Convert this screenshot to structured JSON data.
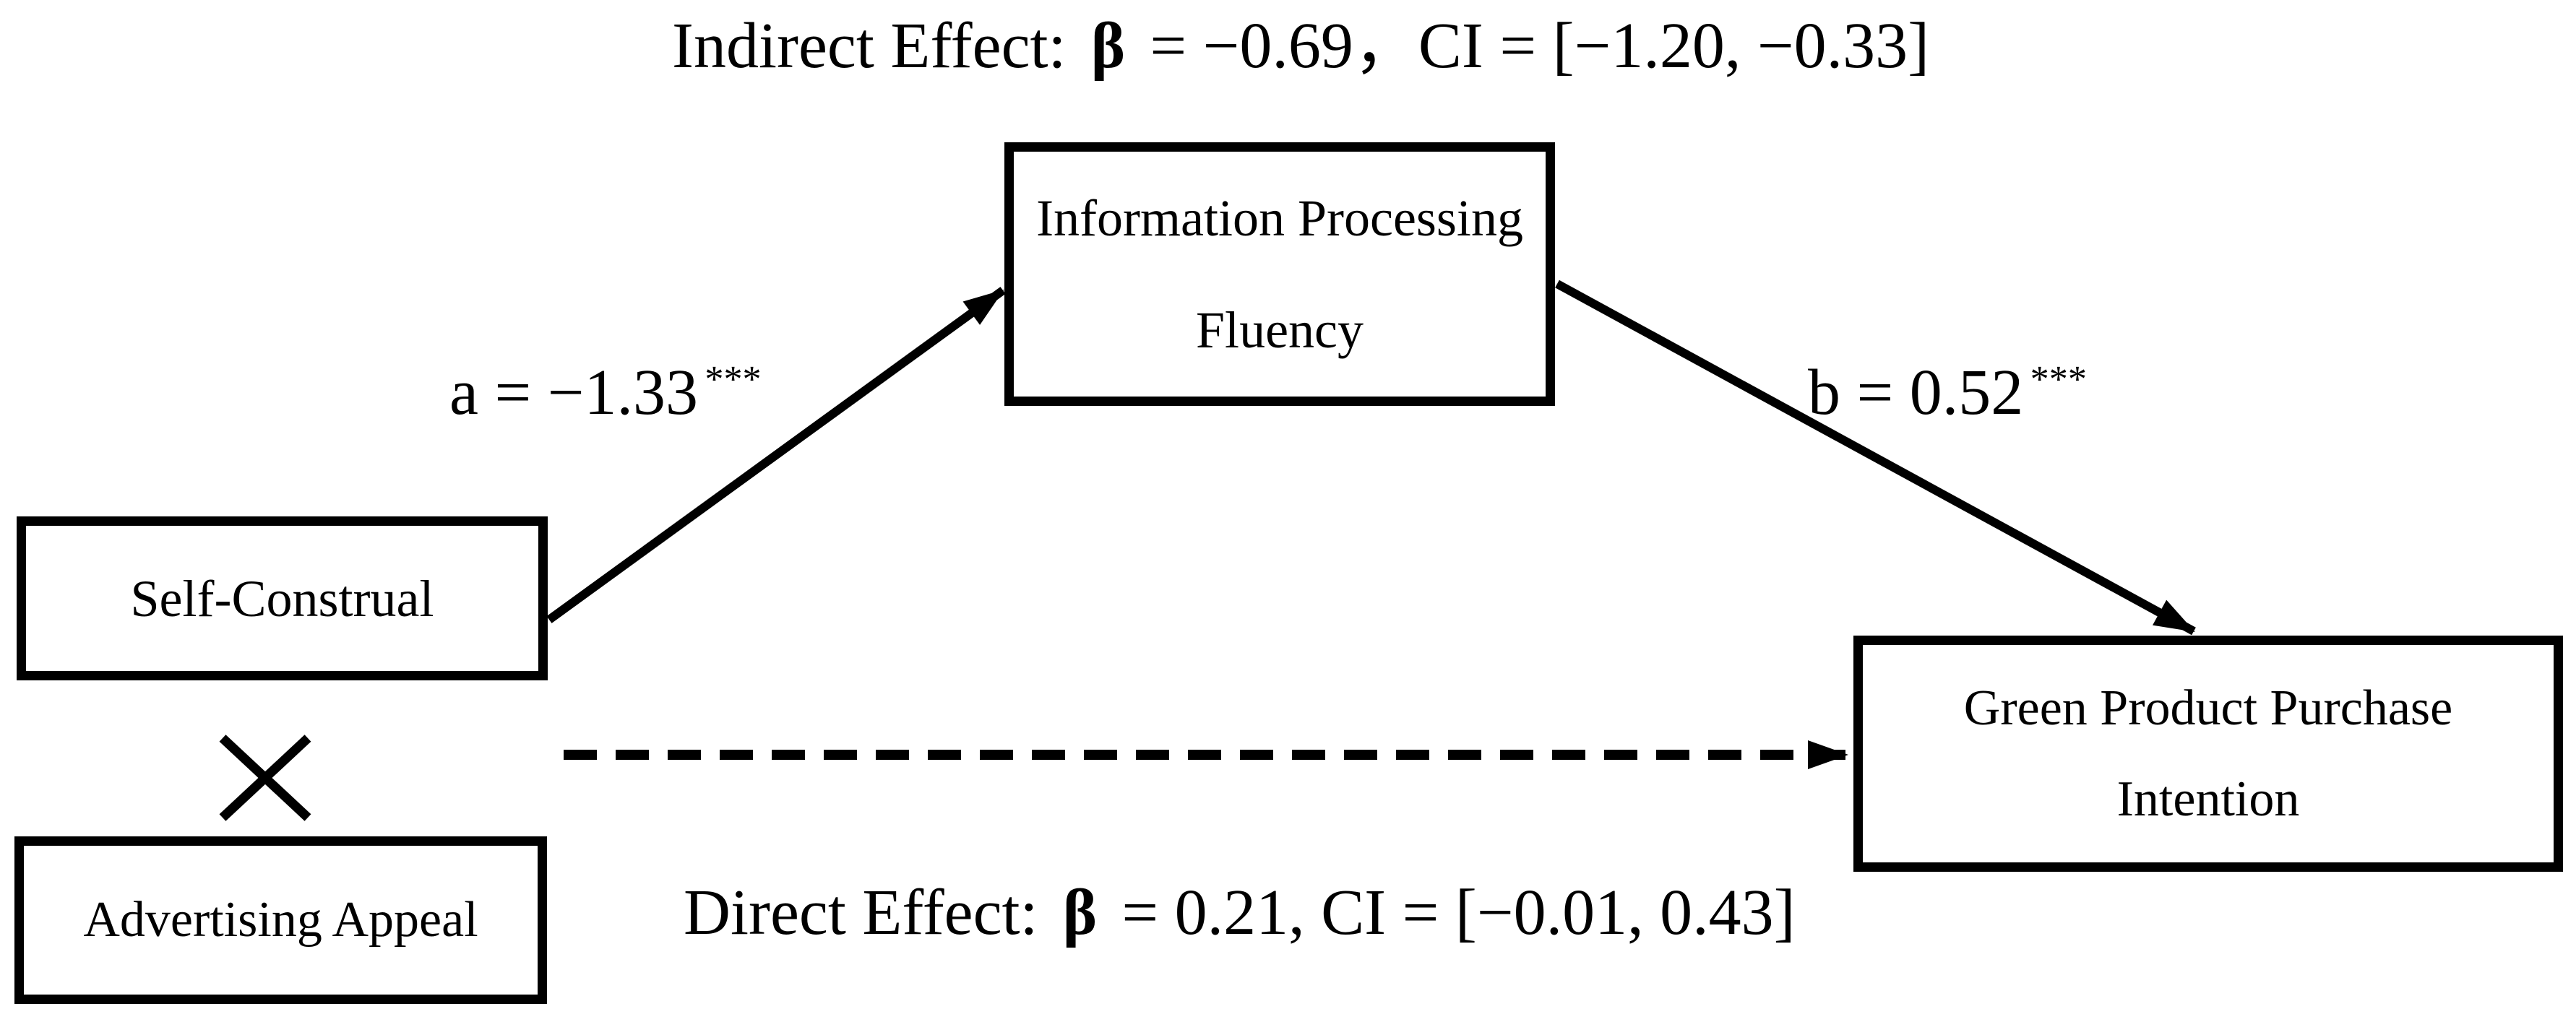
{
  "diagram": {
    "indirect_effect": {
      "prefix": "Indirect Effect:",
      "beta": "β",
      "suffix": "= −0.69，CI = [−1.20, −0.33]"
    },
    "direct_effect": {
      "prefix": "Direct Effect:",
      "beta": "β",
      "suffix": "= 0.21, CI = [−0.01, 0.43]"
    },
    "nodes": {
      "mediator": {
        "line1": "Information Processing",
        "line2": "Fluency"
      },
      "independent": {
        "label": "Self-Construal"
      },
      "moderator": {
        "label": "Advertising Appeal"
      },
      "dependent": {
        "line1": "Green Product Purchase",
        "line2": "Intention"
      }
    },
    "paths": {
      "a": {
        "label": "a = −1.33",
        "sig": "***"
      },
      "b": {
        "label": "b = 0.52",
        "sig": "***"
      },
      "direct": {
        "style": "dashed"
      }
    },
    "interaction_symbol": "×",
    "colors": {
      "line": "#000000",
      "box_fill": "#ffffff",
      "text": "#000000"
    }
  }
}
